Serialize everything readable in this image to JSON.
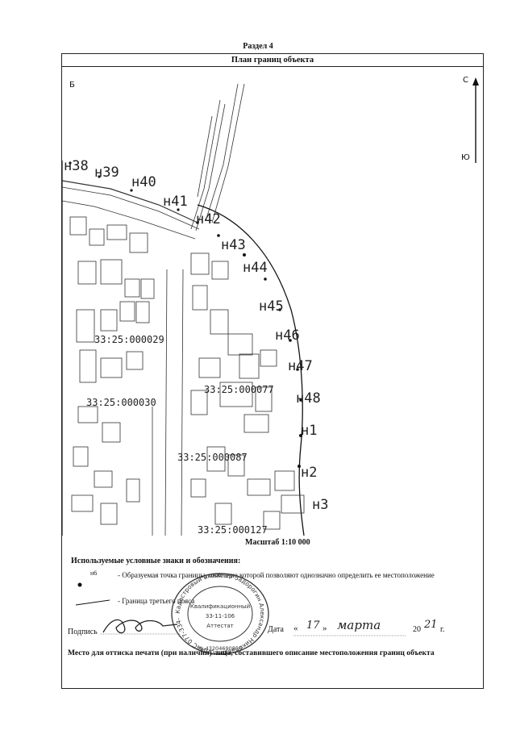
{
  "header": {
    "section": "Раздел 4",
    "title": "План границ объекта"
  },
  "map": {
    "corner_label": "Б",
    "north_label": "С",
    "south_label": "Ю",
    "points": [
      {
        "id": "n38",
        "label": "н38"
      },
      {
        "id": "n39",
        "label": "н39"
      },
      {
        "id": "n40",
        "label": "н40"
      },
      {
        "id": "n41",
        "label": "н41"
      },
      {
        "id": "n42",
        "label": "н42"
      },
      {
        "id": "n43",
        "label": "н43"
      },
      {
        "id": "n44",
        "label": "н44"
      },
      {
        "id": "n45",
        "label": "н45"
      },
      {
        "id": "n46",
        "label": "н46"
      },
      {
        "id": "n47",
        "label": "н47"
      },
      {
        "id": "n48",
        "label": "н48"
      },
      {
        "id": "n1",
        "label": "н1"
      },
      {
        "id": "n2",
        "label": "н2"
      },
      {
        "id": "n3",
        "label": "н3"
      }
    ],
    "cadastral_blocks": [
      "33:25:000029",
      "33:25:000030",
      "33:25:000077",
      "33:25:000087",
      "33:25:000127"
    ],
    "scale": "Масштаб 1:10 000"
  },
  "legend": {
    "title": "Используемые условные знаки и обозначения:",
    "marker_label": "н6",
    "items": [
      "- Образуемая точка границы, описание которой позволяют однозначно определить ее местоположение",
      "- Граница третьего пояса"
    ]
  },
  "signature": {
    "label": "Подпись",
    "date_label": "Дата",
    "day": "17",
    "month": "марта",
    "year_prefix": "20",
    "year_suffix": "21",
    "year_unit": "г."
  },
  "stamp": {
    "ring_text": "Кадастровый инженер Задорогин Александр Николаевич СНИЛС 077-334-",
    "inner_line1": "Квалификационный",
    "inner_line2": "33-11-106",
    "inner_line3": "Аттестат",
    "bottom_number": "№ 43204690850"
  },
  "footer": {
    "text": "Место для оттиска печати (при наличии) лица, составившего описание местоположения границ объекта"
  }
}
